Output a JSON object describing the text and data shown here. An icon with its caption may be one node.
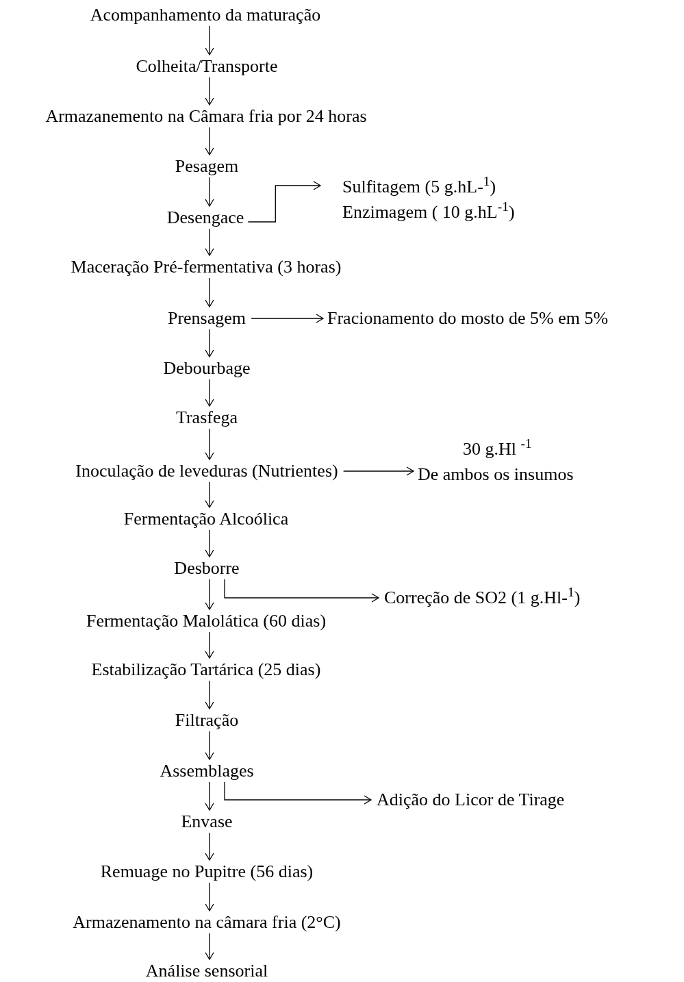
{
  "diagram": {
    "nodes": [
      {
        "text": [
          "Acompanhamento da maturação"
        ]
      },
      {
        "text": [
          "Colheita/Transporte"
        ]
      },
      {
        "text": [
          "Armazanemento na Câmara fria por 24 horas"
        ]
      },
      {
        "text": [
          "Pesagem"
        ]
      },
      {
        "text": [
          "Desengace"
        ]
      },
      {
        "text": [
          "Sulfitagem (5 g.hL-$^{1}$)",
          "Enzimagem ( 10 g.hL$^{-1}$)"
        ]
      },
      {
        "text": [
          "Maceração Pré-fermentativa (3 horas)"
        ]
      },
      {
        "text": [
          "Prensagem"
        ]
      },
      {
        "text": [
          "Fracionamento do mosto de 5% em 5%"
        ]
      },
      {
        "text": [
          "Debourbage"
        ]
      },
      {
        "text": [
          "Trasfega"
        ]
      },
      {
        "text": [
          "Inoculação de leveduras (Nutrientes)"
        ]
      },
      {
        "text": [
          "30 g.Hl $^{-1}$",
          "De ambos os insumos"
        ]
      },
      {
        "text": [
          "Fermentação Alcoólica"
        ]
      },
      {
        "text": [
          "Desborre"
        ]
      },
      {
        "text": [
          "Correção de SO2 (1 g.Hl-$^{1}$)"
        ]
      },
      {
        "text": [
          "Fermentação Malolática (60 dias)"
        ]
      },
      {
        "text": [
          "Estabilização Tartárica (25 dias)"
        ]
      },
      {
        "text": [
          "Filtração"
        ]
      },
      {
        "text": [
          "Assemblages"
        ]
      },
      {
        "text": [
          "Adição do Licor de Tirage"
        ]
      },
      {
        "text": [
          "Envase"
        ]
      },
      {
        "text": [
          "Remuage no Pupitre (56 dias)"
        ]
      },
      {
        "text": [
          "Armazenamento na câmara fria (2°C)"
        ]
      },
      {
        "text": [
          "Análise sensorial"
        ]
      }
    ],
    "edges": [
      {
        "from": 0,
        "to": 1,
        "arrow": "to"
      },
      {
        "from": 1,
        "to": 2,
        "arrow": "to"
      },
      {
        "from": 2,
        "to": 3,
        "arrow": "to"
      },
      {
        "from": 3,
        "to": 4,
        "arrow": "to"
      },
      {
        "from": 4,
        "to": 5,
        "arrow": "to"
      },
      {
        "from": 4,
        "to": 6,
        "arrow": "to"
      },
      {
        "from": 6,
        "to": 7,
        "arrow": "to"
      },
      {
        "from": 7,
        "to": 8,
        "arrow": "to"
      },
      {
        "from": 7,
        "to": 9,
        "arrow": "to"
      },
      {
        "from": 9,
        "to": 10,
        "arrow": "to"
      },
      {
        "from": 10,
        "to": 11,
        "arrow": "to"
      },
      {
        "from": 11,
        "to": 12,
        "arrow": "to"
      },
      {
        "from": 11,
        "to": 13,
        "arrow": "to"
      },
      {
        "from": 13,
        "to": 14,
        "arrow": "to"
      },
      {
        "from": 14,
        "to": 15,
        "arrow": "to"
      },
      {
        "from": 14,
        "to": 16,
        "arrow": "to"
      },
      {
        "from": 16,
        "to": 17,
        "arrow": "to"
      },
      {
        "from": 17,
        "to": 18,
        "arrow": "to"
      },
      {
        "from": 18,
        "to": 19,
        "arrow": "to"
      },
      {
        "from": 19,
        "to": 20,
        "arrow": "to"
      },
      {
        "from": 19,
        "to": 21,
        "arrow": "to"
      },
      {
        "from": 21,
        "to": 22,
        "arrow": "to"
      },
      {
        "from": 22,
        "to": 23,
        "arrow": "to"
      },
      {
        "from": 23,
        "to": 24,
        "arrow": "to"
      }
    ]
  }
}
